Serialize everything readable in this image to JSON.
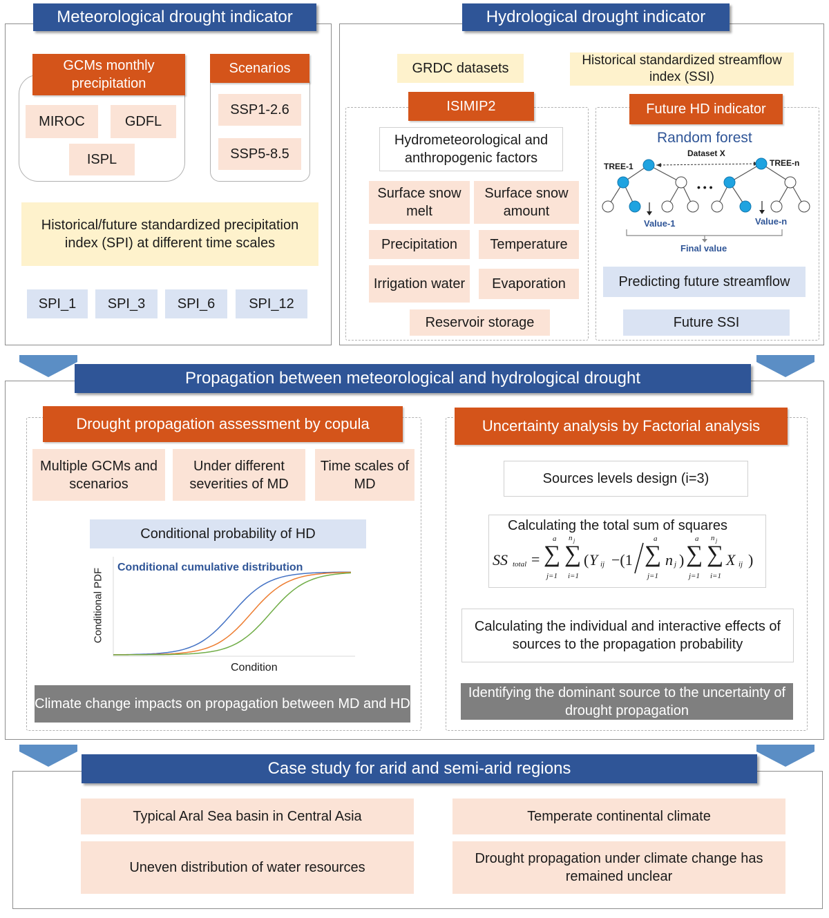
{
  "colors": {
    "title_blue": "#2f5597",
    "orange": "#d4541a",
    "peach": "#fbe3d6",
    "yellow": "#fef2cc",
    "light_blue": "#dae3f3",
    "grey": "#7f7f7f",
    "node_blue": "#1fa3e0",
    "arrow_blue": "#5b8ec5"
  },
  "met": {
    "title": "Meteorological drought indicator",
    "gcm_header": "GCMs monthly precipitation",
    "scen_header": "Scenarios",
    "gcms": [
      "MIROC",
      "GDFL",
      "ISPL"
    ],
    "scenarios": [
      "SSP1-2.6",
      "SSP5-8.5"
    ],
    "spi_box": "Historical/future standardized precipitation index (SPI) at different time scales",
    "spi": [
      "SPI_1",
      "SPI_3",
      "SPI_6",
      "SPI_12"
    ]
  },
  "hyd": {
    "title": "Hydrological drought indicator",
    "grdc": "GRDC datasets",
    "ssi_box": "Historical standardized streamflow index (SSI)",
    "isimip": "ISIMIP2",
    "factors_box": "Hydrometeorological and anthropogenic factors",
    "factors": [
      "Surface snow melt",
      "Surface snow amount",
      "Precipitation",
      "Temperature",
      "Irrigation water",
      "Evaporation",
      "Reservoir storage"
    ],
    "future_hd": "Future HD  indicator",
    "rf_title": "Random forest",
    "rf_dataset": "Dataset X",
    "rf_tree1": "TREE-1",
    "rf_treen": "TREE-n",
    "rf_dots": "• • •",
    "rf_value1": "Value-1",
    "rf_valuen": "Value-n",
    "rf_final": "Final value",
    "predict": "Predicting future streamflow",
    "future_ssi": "Future SSI"
  },
  "prop": {
    "title": "Propagation between meteorological and hydrological drought",
    "copula_header": "Drought propagation assessment by copula",
    "inputs": [
      "Multiple GCMs and scenarios",
      "Under different severities of MD",
      "Time scales of MD"
    ],
    "cond_prob": "Conditional probability of HD",
    "impacts": "Climate change impacts on propagation between MD and HD",
    "uncert_header": "Uncertainty analysis by  Factorial analysis",
    "steps": [
      "Sources levels design (i=3)",
      "Calculating the total sum of squares",
      "Calculating the individual and interactive effects of sources to the propagation probability",
      "Identifying the dominant source to the uncertainty of drought propagation"
    ],
    "formula": {
      "ss": "SS",
      "total": "total",
      "sigma": "∑",
      "j1": "j=1",
      "i1": "i=1",
      "a": "a",
      "nj": "n",
      "njsub": "j",
      "Y": "Y",
      "ij": "ij",
      "minus": "−(1",
      "X": "X",
      "close": ")",
      "eq": "="
    }
  },
  "chart_data": {
    "type": "line",
    "title": "Conditional cumulative distribution",
    "xlabel": "Condition",
    "ylabel": "Conditional PDF",
    "ylim": [
      0,
      1
    ],
    "series": [
      {
        "color": "#4472c4",
        "midpoint": 0.5,
        "steepness": 13
      },
      {
        "color": "#ed7d31",
        "midpoint": 0.58,
        "steepness": 13
      },
      {
        "color": "#70ad47",
        "midpoint": 0.66,
        "steepness": 13
      }
    ]
  },
  "case": {
    "title": "Case study for arid and semi-arid regions",
    "items": [
      "Typical Aral Sea basin in Central Asia",
      "Temperate continental climate",
      "Uneven distribution of water resources",
      "Drought propagation under climate change has remained unclear"
    ]
  }
}
